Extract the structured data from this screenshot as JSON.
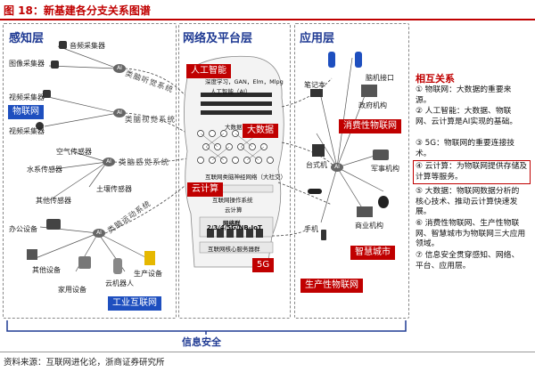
{
  "header": {
    "title": "图 18：新基建各分支关系图谱"
  },
  "layers": {
    "perception": {
      "title": "感知层",
      "devices": {
        "audio": "音频采集器",
        "image": "图像采集器",
        "video": "视频采集器",
        "air": "空气传感器",
        "water": "水系传感器",
        "soil": "土壤传感器",
        "other_sensor": "其他传感器",
        "office": "办公设备",
        "other": "其他设备",
        "home": "家用设备",
        "robot": "云机器人",
        "production": "生产设备"
      },
      "systems": {
        "auditory": "类脑听觉系统",
        "visual": "类脑视觉系统",
        "sensory": "类脑感觉系统",
        "motion": "类脑运动系统"
      },
      "tags": {
        "iot": "物联网",
        "industrial": "工业互联网"
      },
      "ai_node": "AI"
    },
    "network": {
      "title": "网络及平台层",
      "tags": {
        "ai": "人工智能",
        "bigdata": "大数据",
        "cloud": "云计算",
        "g5": "5G"
      },
      "captions": {
        "standards": "深度学习，GAN，Elm，Mlpg",
        "ai_engine": "人工智能（AI）",
        "bigdata_small": "大数据",
        "neural_net": "互联网类脑神经网络（大社交）",
        "iot_os": "互联网操作系统",
        "cloud_platform": "云计算",
        "network_group": "网络群",
        "network_standards": "2/3/4/5G/NB-IoT",
        "servers": "互联网核心服务器群"
      }
    },
    "application": {
      "title": "应用层",
      "items": {
        "brain": "脑机接口",
        "notebook": "笔记本",
        "gov": "政府机构",
        "desktop": "台式机",
        "military": "军事机构",
        "business": "商业机构",
        "phone": "手机"
      },
      "tags": {
        "consumer": "消费性物联网",
        "smart_city": "智慧城市",
        "production": "生产性物联网"
      },
      "ai_node": "AI"
    }
  },
  "relations": {
    "title": "相互关系",
    "items": [
      "① 物联网：大数据的重要来源。",
      "② 人工智能：大数据、物联网、云计算是AI实现的基础。",
      "③ 5G：物联网的重要连接技术。",
      "④ 云计算：为物联网提供存储及计算等服务。",
      "⑤ 大数据：物联网数据分析的核心技术、推动云计算快速发展。",
      "⑥ 消费性物联网、生产性物联网、智慧城市为物联网三大应用领域。",
      "⑦ 信息安全贯穿感知、网络、平台、应用层。"
    ]
  },
  "security": {
    "label": "信息安全"
  },
  "footer": {
    "source": "资料来源：互联网进化论，浙商证券研究所"
  }
}
